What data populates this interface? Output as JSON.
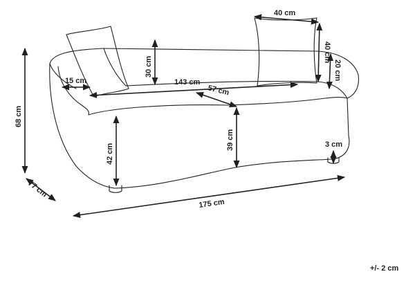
{
  "dimensions": {
    "pillow_width": "40 cm",
    "pillow_height": "40 cm",
    "armrest_height": "20 cm",
    "back_height": "30 cm",
    "armrest_width": "15 cm",
    "seat_width": "143 cm",
    "seat_depth": "57 cm",
    "total_height": "68 cm",
    "front_height": "42 cm",
    "seat_height": "39 cm",
    "leg_height": "3 cm",
    "total_depth": "77 cm",
    "total_width": "175 cm"
  },
  "tolerance": "+/- 2 cm"
}
